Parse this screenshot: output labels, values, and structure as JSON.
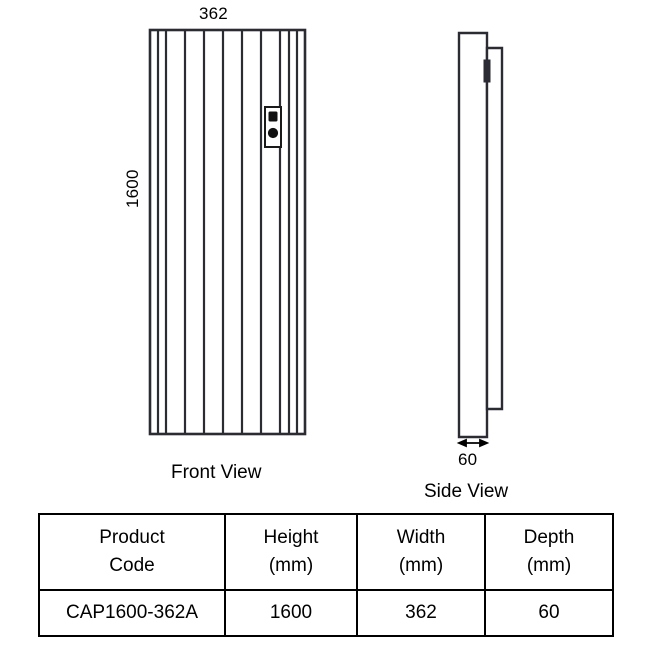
{
  "drawing": {
    "width_dimension_label": "362",
    "height_dimension_label": "1600",
    "depth_dimension_label": "60",
    "front_view_label": "Front View",
    "side_view_label": "Side View",
    "line_color": "#2b2b33",
    "panel_fill": "#ffffff",
    "accent_fill": "#1a1a1a",
    "strip_fill": "#f2f2f2",
    "front_view": {
      "panel_count": 8,
      "control_panel": {
        "has_display": true,
        "has_knob": true
      }
    },
    "side_view": {
      "profile_count": 2
    }
  },
  "spec_table": {
    "headers": [
      {
        "line1": "Product",
        "line2": "Code"
      },
      {
        "line1": "Height",
        "line2": "(mm)"
      },
      {
        "line1": "Width",
        "line2": "(mm)"
      },
      {
        "line1": "Depth",
        "line2": "(mm)"
      }
    ],
    "rows": [
      {
        "product_code": "CAP1600-362A",
        "height": "1600",
        "width": "362",
        "depth": "60"
      }
    ]
  }
}
